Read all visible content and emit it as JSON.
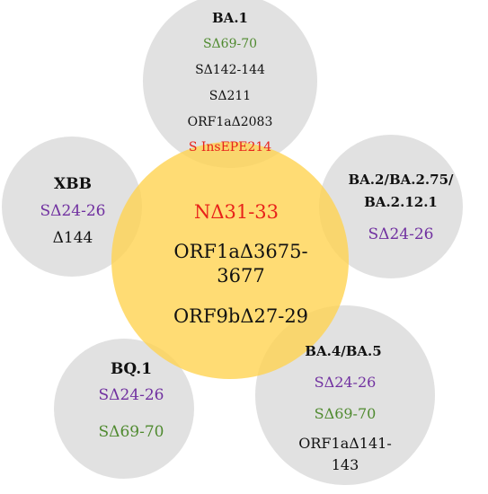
{
  "colors": {
    "black": "#111111",
    "green": "#4f8a2f",
    "purple": "#7030a0",
    "red": "#e8221a",
    "gray_circle": "#cfcfcf",
    "center_circle": "#ffd24d"
  },
  "center": {
    "lines": [
      {
        "text": "NΔ31-33",
        "color": "red"
      },
      {
        "text": "ORF1aΔ3675-",
        "color": "black"
      },
      {
        "text": "3677",
        "color": "black"
      },
      {
        "text": "ORF9bΔ27-29",
        "color": "black"
      }
    ]
  },
  "groups": [
    {
      "id": "ba1",
      "title": "BA.1",
      "lines": [
        {
          "text": "SΔ69-70",
          "color": "green"
        },
        {
          "text": "SΔ142-144",
          "color": "black"
        },
        {
          "text": "SΔ211",
          "color": "black"
        },
        {
          "text": "ORF1aΔ2083",
          "color": "black"
        },
        {
          "text": "S InsEPE214",
          "color": "red"
        }
      ]
    },
    {
      "id": "xbb",
      "title": "XBB",
      "lines": [
        {
          "text": "SΔ24-26",
          "color": "purple"
        },
        {
          "text": "Δ144",
          "color": "black"
        }
      ]
    },
    {
      "id": "ba2",
      "title_lines": [
        "BA.2/BA.2.75/",
        "BA.2.12.1"
      ],
      "lines": [
        {
          "text": "SΔ24-26",
          "color": "purple"
        }
      ]
    },
    {
      "id": "bq1",
      "title": "BQ.1",
      "lines": [
        {
          "text": "SΔ24-26",
          "color": "purple"
        },
        {
          "text": "SΔ69-70",
          "color": "green"
        }
      ]
    },
    {
      "id": "ba4",
      "title": "BA.4/BA.5",
      "lines": [
        {
          "text": "SΔ24-26",
          "color": "purple"
        },
        {
          "text": "SΔ69-70",
          "color": "green"
        },
        {
          "text": "ORF1aΔ141-",
          "color": "black"
        },
        {
          "text": "143",
          "color": "black"
        }
      ]
    }
  ]
}
